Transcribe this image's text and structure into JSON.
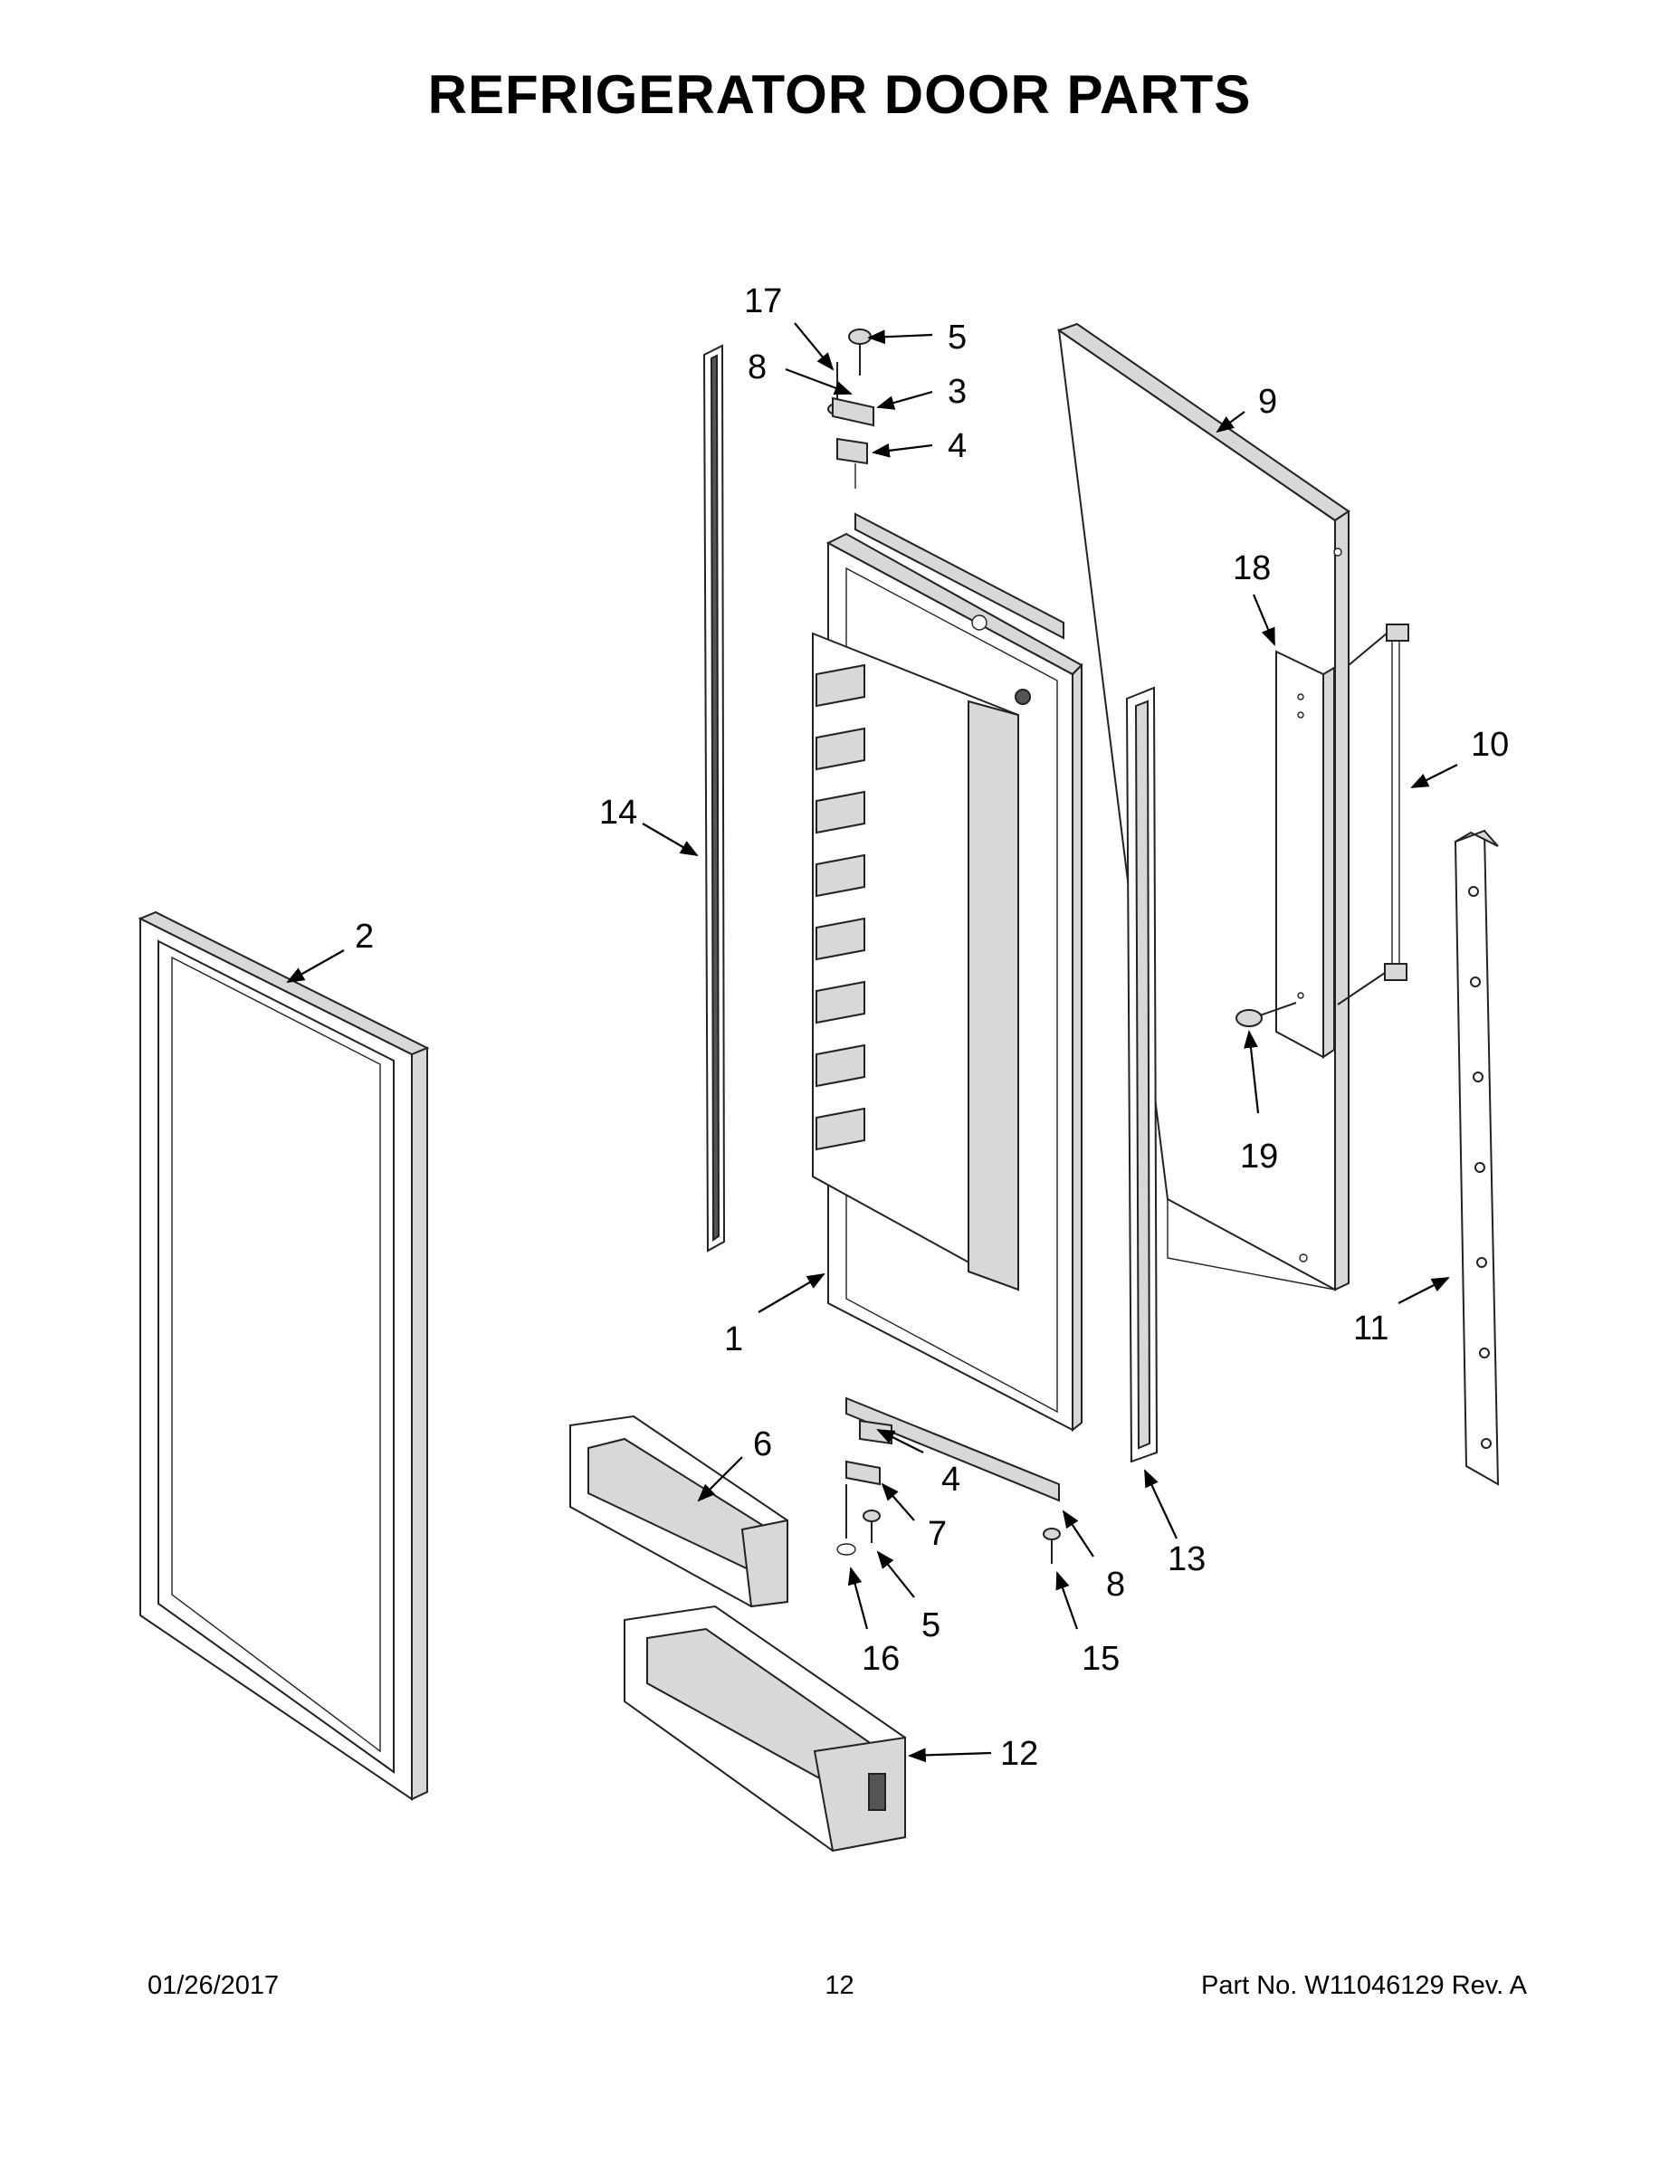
{
  "title": "REFRIGERATOR DOOR PARTS",
  "footer": {
    "date": "01/26/2017",
    "page": "12",
    "part_number": "Part No.  W11046129  Rev.  A"
  },
  "callouts": [
    "17",
    "5",
    "3",
    "4",
    "8",
    "9",
    "18",
    "10",
    "14",
    "2",
    "19",
    "11",
    "1",
    "6",
    "4",
    "7",
    "8",
    "13",
    "5",
    "16",
    "15",
    "12"
  ]
}
